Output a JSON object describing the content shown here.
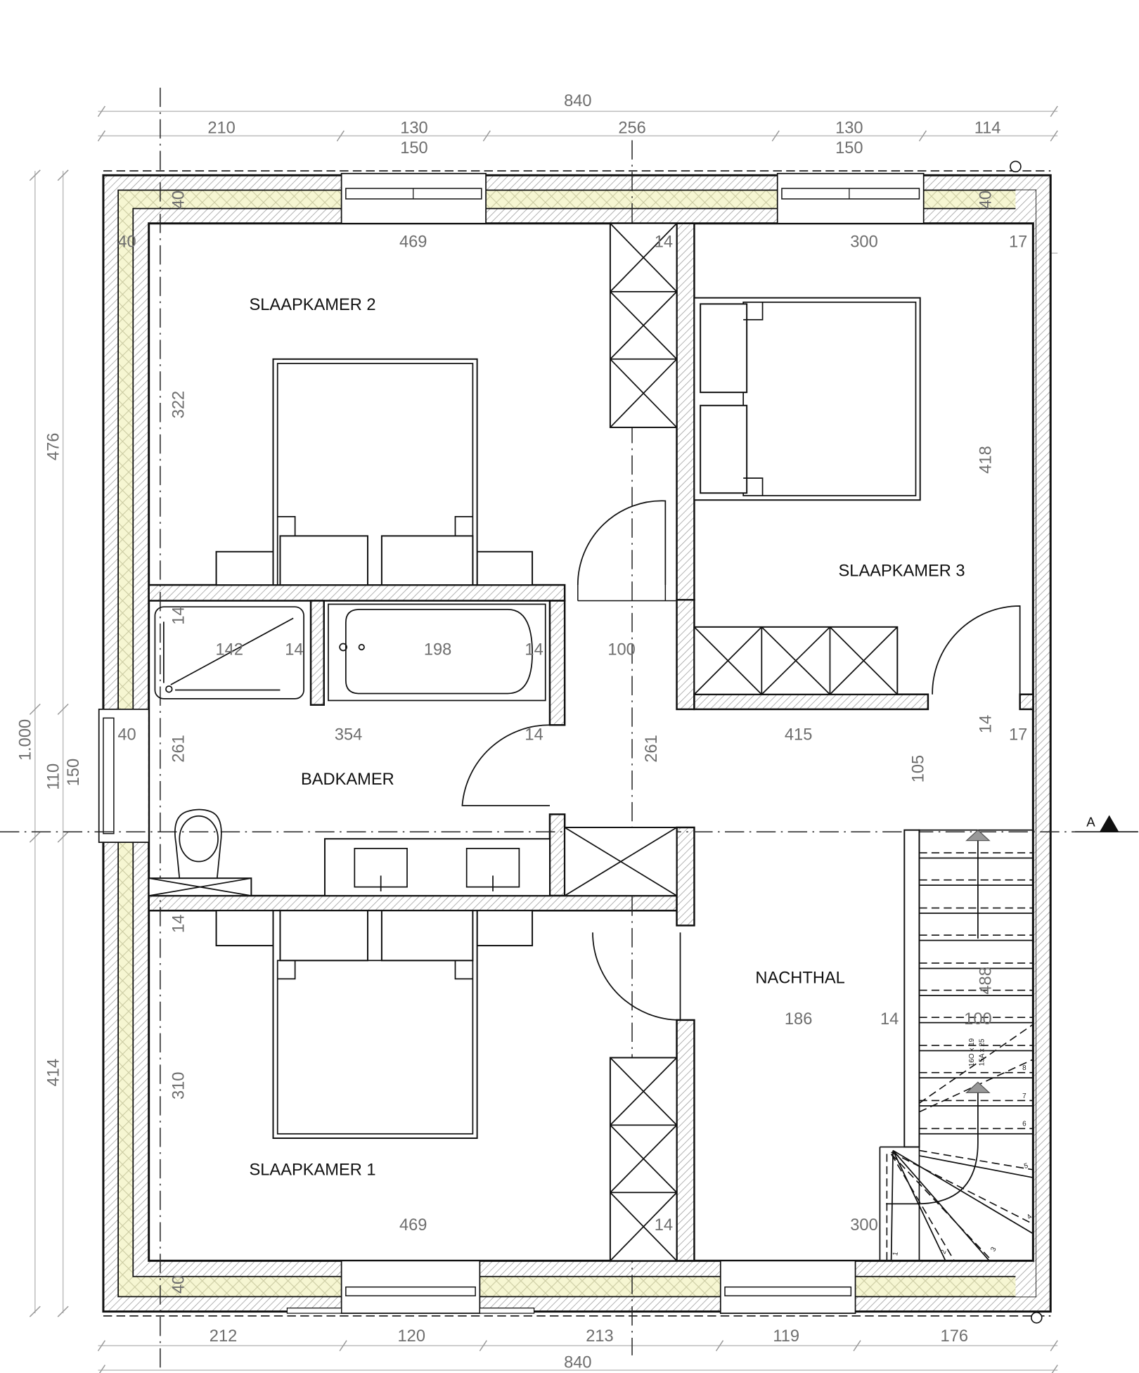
{
  "colors": {
    "insulation": "#f6f6d2",
    "wall_hatch": "#9a9a9a",
    "dimension_text": "#6e6e6e",
    "line": "#111111"
  },
  "rooms": {
    "slaapkamer_2": "SLAAPKAMER 2",
    "slaapkamer_3": "SLAAPKAMER 3",
    "badkamer": "BADKAMER",
    "nachthal": "NACHTHAL",
    "slaapkamer_1": "SLAAPKAMER 1"
  },
  "section_marker": "A",
  "stair": {
    "risers": "16O x 19",
    "treads": "15A x 25",
    "steps": [
      "1",
      "2",
      "3",
      "4",
      "5",
      "6",
      "7",
      "8"
    ]
  },
  "dimensions": {
    "top": [
      "840",
      "210",
      "130",
      "150",
      "256",
      "130",
      "150",
      "114"
    ],
    "bottom": [
      "212",
      "120",
      "213",
      "119",
      "176",
      "840"
    ],
    "left": [
      "476",
      "1.000",
      "110",
      "150",
      "414"
    ],
    "interior": [
      "40",
      "40",
      "469",
      "14",
      "300",
      "17",
      "40",
      "322",
      "418",
      "14",
      "142",
      "14",
      "198",
      "14",
      "100",
      "40",
      "261",
      "354",
      "14",
      "261",
      "415",
      "14",
      "17",
      "105",
      "14",
      "186",
      "14",
      "100",
      "488",
      "310",
      "469",
      "14",
      "300",
      "40"
    ]
  }
}
